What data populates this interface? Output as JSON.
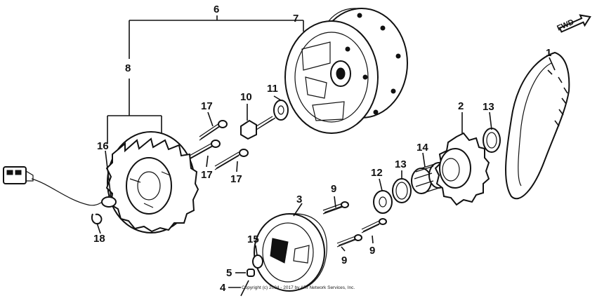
{
  "callouts": [
    {
      "id": "1",
      "text": "1"
    },
    {
      "id": "2",
      "text": "2"
    },
    {
      "id": "3",
      "text": "3"
    },
    {
      "id": "4",
      "text": "4"
    },
    {
      "id": "5",
      "text": "5"
    },
    {
      "id": "6",
      "text": "6"
    },
    {
      "id": "7",
      "text": "7"
    },
    {
      "id": "8",
      "text": "8"
    },
    {
      "id": "9a",
      "text": "9"
    },
    {
      "id": "9b",
      "text": "9"
    },
    {
      "id": "9c",
      "text": "9"
    },
    {
      "id": "10",
      "text": "10"
    },
    {
      "id": "11",
      "text": "11"
    },
    {
      "id": "12",
      "text": "12"
    },
    {
      "id": "13a",
      "text": "13"
    },
    {
      "id": "13b",
      "text": "13"
    },
    {
      "id": "14",
      "text": "14"
    },
    {
      "id": "15",
      "text": "15"
    },
    {
      "id": "16",
      "text": "16"
    },
    {
      "id": "17a",
      "text": "17"
    },
    {
      "id": "17b",
      "text": "17"
    },
    {
      "id": "17c",
      "text": "17"
    },
    {
      "id": "18",
      "text": "18"
    }
  ],
  "direction_label": "FWD",
  "copyright": "Copyright (c) 2004 - 2017 by ARI Network Services, Inc.",
  "colors": {
    "ink": "#111111",
    "background": "#ffffff"
  }
}
